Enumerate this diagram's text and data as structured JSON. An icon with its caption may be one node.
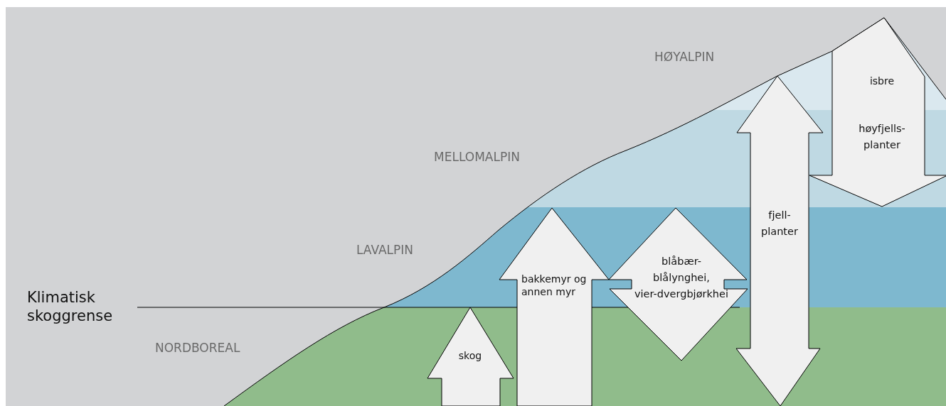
{
  "diagram": {
    "nodes": [
      {
        "text": [
          "skog"
        ]
      },
      {
        "text": [
          "bakkemyr og annen myr"
        ]
      },
      {
        "text": [
          "blåbær- blålynghei, vier-dvergbjørkhei"
        ]
      },
      {
        "text": [
          "fjell- planter"
        ]
      },
      {
        "text": [
          "isbre",
          "høyfjells- planter"
        ]
      }
    ],
    "edges": [],
    "labels": [
      "HØYALPIN",
      "MELLOMALPIN",
      "LAVALPIN",
      "Klimatisk skoggrense",
      "NORDBOREAL"
    ]
  }
}
